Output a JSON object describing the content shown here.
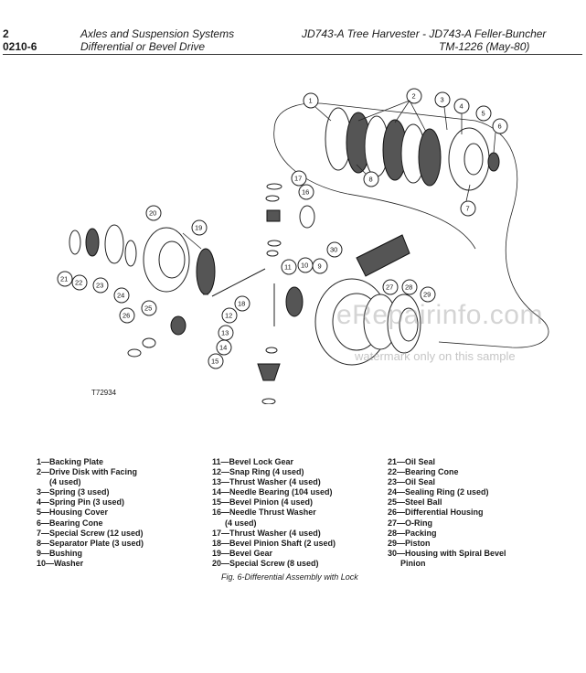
{
  "header": {
    "page_number": "2",
    "section_number": "0210-6",
    "title": "Axles and Suspension Systems",
    "subtitle": "Differential or Bevel Drive",
    "machine": "JD743-A Tree Harvester - JD743-A Feller-Buncher",
    "tm": "TM-1226   (May-80)"
  },
  "figure": {
    "code": "T72934",
    "caption": "Fig. 6-Differential Assembly with Lock",
    "callouts": [
      "1",
      "2",
      "3",
      "4",
      "5",
      "6",
      "7",
      "8",
      "9",
      "10",
      "11",
      "12",
      "13",
      "14",
      "15",
      "16",
      "17",
      "18",
      "19",
      "20",
      "21",
      "22",
      "23",
      "24",
      "25",
      "26",
      "27",
      "28",
      "29",
      "30"
    ]
  },
  "watermark": {
    "main": "eRepairinfo.com",
    "sub": "watermark only on this sample"
  },
  "legend": {
    "col1": [
      "1—Backing Plate",
      "2—Drive Disk with Facing",
      "(4 used)",
      "3—Spring (3 used)",
      "4—Spring Pin (3 used)",
      "5—Housing Cover",
      "6—Bearing Cone",
      "7—Special Screw (12 used)",
      "8—Separator Plate (3 used)",
      "9—Bushing",
      "10—Washer"
    ],
    "col2": [
      "11—Bevel Lock Gear",
      "12—Snap Ring (4 used)",
      "13—Thrust Washer (4 used)",
      "14—Needle Bearing (104 used)",
      "15—Bevel Pinion (4 used)",
      "16—Needle Thrust Washer",
      "(4 used)",
      "17—Thrust Washer (4 used)",
      "18—Bevel Pinion Shaft (2 used)",
      "19—Bevel Gear",
      "20—Special Screw (8 used)"
    ],
    "col3": [
      "21—Oil Seal",
      "22—Bearing Cone",
      "23—Oil Seal",
      "24—Sealing Ring (2 used)",
      "25—Steel Ball",
      "26—Differential Housing",
      "27—O-Ring",
      "28—Packing",
      "29—Piston",
      "30—Housing with Spiral Bevel",
      "Pinion"
    ]
  }
}
